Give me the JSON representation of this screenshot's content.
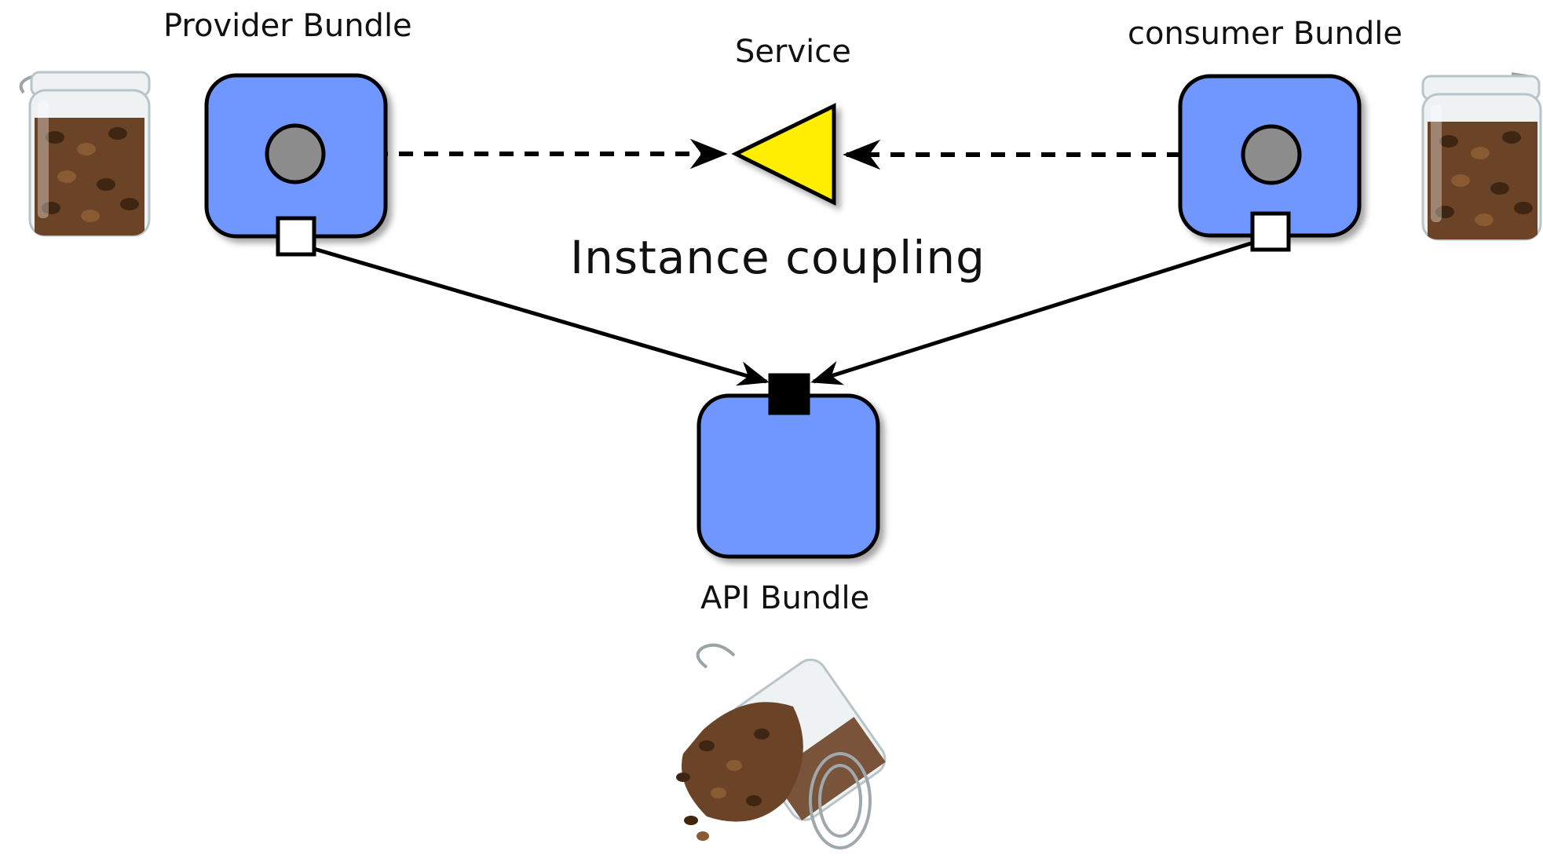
{
  "labels": {
    "provider_bundle": "Provider Bundle",
    "consumer_bundle": "consumer Bundle",
    "service": "Service",
    "instance_coupling": "Instance coupling",
    "api_bundle": "API Bundle"
  },
  "colors": {
    "bundle_fill": "#7096ff",
    "service_fill": "#ffee00",
    "port_fill": "#8c8c8c",
    "stroke": "#000000"
  },
  "icons": {
    "provider_jar": "coffee-bean-jar",
    "consumer_jar": "coffee-bean-jar",
    "api_jar": "spilled-coffee-bean-jar"
  }
}
